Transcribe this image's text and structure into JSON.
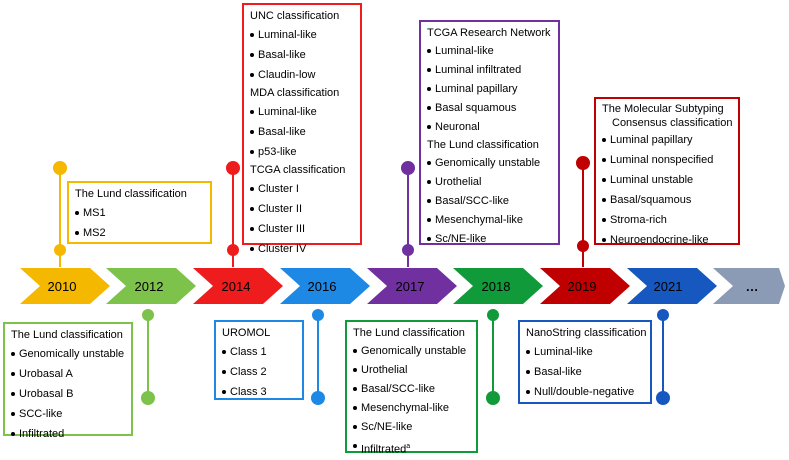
{
  "colors": {
    "y2010": "#F5B800",
    "y2012": "#7DC24A",
    "y2014": "#EE1C1C",
    "y2016": "#1E88E5",
    "y2017": "#7030A0",
    "y2018": "#119A3A",
    "y2019": "#C00000",
    "y2021": "#1658C0",
    "future": "#8C9BB5"
  },
  "timeline": {
    "years": [
      "2010",
      "2012",
      "2014",
      "2016",
      "2017",
      "2018",
      "2019",
      "2021",
      "…"
    ]
  },
  "boxes": {
    "lund2010": {
      "title": "The Lund classification",
      "items": [
        "MS1",
        "MS2"
      ]
    },
    "lund2012": {
      "title": "The Lund classification",
      "items": [
        "Genomically unstable",
        "Urobasal A",
        "Urobasal B",
        "SCC-like",
        "Infiltrated"
      ]
    },
    "unc2014": {
      "title": "UNC classification",
      "items": [
        "Luminal-like",
        "Basal-like",
        "Claudin-low"
      ]
    },
    "mda2014": {
      "title": "MDA classification",
      "items": [
        "Luminal-like",
        "Basal-like",
        "p53-like"
      ]
    },
    "tcga2014": {
      "title": "TCGA classification",
      "items": [
        "Cluster I",
        "Cluster II",
        "Cluster III",
        "Cluster IV"
      ]
    },
    "uromol2016": {
      "title": "UROMOL",
      "items": [
        "Class 1",
        "Class 2",
        "Class 3"
      ]
    },
    "tcga2017": {
      "title": "TCGA Research Network",
      "items": [
        "Luminal-like",
        "Luminal infiltrated",
        "Luminal papillary",
        "Basal squamous",
        "Neuronal"
      ]
    },
    "lund2017": {
      "title": "The Lund classification",
      "items": [
        "Genomically unstable",
        "Urothelial",
        "Basal/SCC-like",
        "Mesenchymal-like",
        "Sc/NE-like"
      ]
    },
    "lund2018": {
      "title": "The Lund classification",
      "items": [
        "Genomically unstable",
        "Urothelial",
        "Basal/SCC-like",
        "Mesenchymal-like",
        "Sc/NE-like",
        "Infiltrated"
      ],
      "footnote": "a"
    },
    "consensus2019": {
      "title_line1": "The Molecular Subtyping",
      "title_line2": "Consensus classification",
      "items": [
        "Luminal papillary",
        "Luminal nonspecified",
        "Luminal unstable",
        "Basal/squamous",
        "Stroma-rich",
        "Neuroendocrine-like"
      ]
    },
    "nanostring2021": {
      "title": "NanoString classification",
      "items": [
        "Luminal-like",
        "Basal-like",
        "Null/double-negative"
      ]
    }
  }
}
